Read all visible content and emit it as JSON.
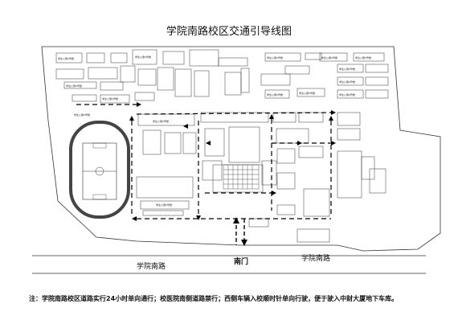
{
  "title": "学院南路校区交通引导线图",
  "roads": {
    "south_road_left": "学院南路",
    "south_road_right": "学院南路"
  },
  "gate": "南门",
  "note": "注：学院南路校区道路实行24小时单向通行；校医院南侧道路禁行；西侧车辆入校顺时针单向行驶，便于驶入中财大厦地下车库。",
  "buildings": [
    {
      "label": "学生公寓X号楼"
    },
    {
      "label": "学生公寓X号楼"
    },
    {
      "label": "学生公寓X号楼"
    },
    {
      "label": "学生公寓X号楼"
    },
    {
      "label": "学生公寓X号楼"
    },
    {
      "label": "学生公寓X号楼"
    },
    {
      "label": "学生公寓X号楼"
    },
    {
      "label": "学生公寓X号楼"
    },
    {
      "label": "学生公寓X号楼"
    },
    {
      "label": "学生公寓X号楼"
    },
    {
      "label": "学生公寓X号楼"
    },
    {
      "label": "学生公寓X号楼"
    },
    {
      "label": "学生公寓X号楼"
    },
    {
      "label": "学生公寓X号楼"
    },
    {
      "label": "学生公寓X号楼"
    }
  ],
  "colors": {
    "arrow": "#000000",
    "outline": "#333333",
    "track": "#444444"
  }
}
